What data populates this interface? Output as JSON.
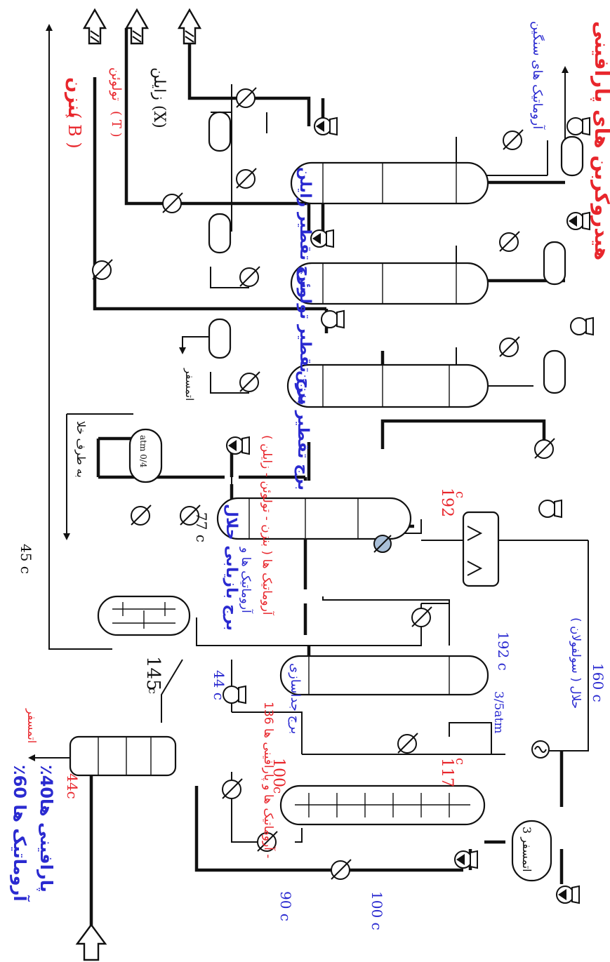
{
  "outputs": {
    "paraffin_hydrocarbons": "هیدروکربن های پارافینی",
    "benzene": "بنزن",
    "benzene_symbol": "( B )",
    "toluene": "تولوئن",
    "toluene_symbol": "( T )",
    "xylene": "زایلن (X)",
    "heavy_aromatics": "آروماتیک های سنگین"
  },
  "feed": {
    "aromatics": "٪60 آروماتیک ها",
    "paraffins": "٪40پارافینی ها"
  },
  "labels": {
    "atmosphere": "اتمسفر",
    "to_vacuum": "به طرف خلا",
    "atm_label": "atm 0/4",
    "vessel_3_atm": "3 اتمسفر",
    "solvent_sulfolane": "حلال ( سولفولان )",
    "pressure_3_5": "3/5atm",
    "aromatics_mix": "آروماتیک ها ( بنزن - تولوئن - زایلن )",
    "extract_to_col": "آروماتیک ها و",
    "feed_136": "آروماتیک ها و پارافینی ها  136 -"
  },
  "temperatures": {
    "t44c": "44c",
    "t45c": "45 c",
    "t145": "145",
    "t145_sub": "c",
    "t44c_b": "44 c",
    "t100c_top": "100",
    "t100c_top_unit": "c",
    "t117": "117",
    "t117_unit": "c",
    "t90c": "90 c",
    "t100c": "100 c",
    "t77c": "77 c",
    "t192": "192",
    "t192_unit": "c",
    "t192c": "192 c",
    "t160c": "160 c"
  },
  "column_labels": {
    "col_extractor": "برج تقطیر استخراجی",
    "col_stripper": "برج جداسازی",
    "col_recovery": "برج بازیابی حلال",
    "col_benzene": "برج تقطیر بنزن",
    "col_toluene": "برج تقطیر تولوئن",
    "col_xylene": "برج تقطیر زایلن"
  }
}
